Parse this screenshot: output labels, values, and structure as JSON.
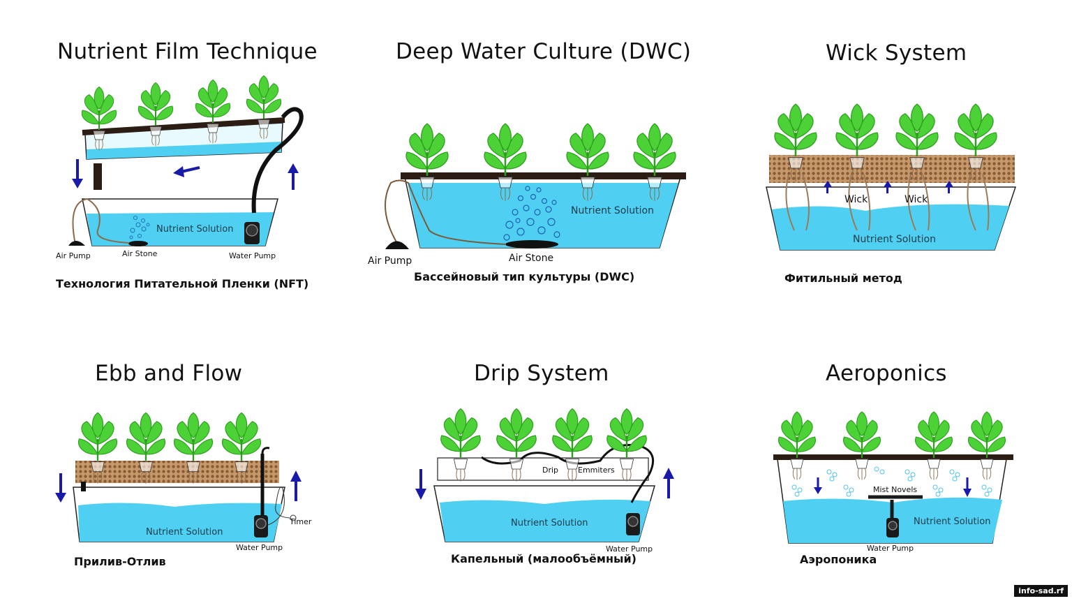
{
  "panels": [
    {
      "title": "Nutrient Film Technique",
      "subtitle": "Технология Питательной Пленки (NFT)",
      "labels": {
        "solution": "Nutrient Solution",
        "air_pump": "Air Pump",
        "air_stone": "Air Stone",
        "water_pump": "Water Pump"
      }
    },
    {
      "title": "Deep Water Culture (DWC)",
      "subtitle": "Бассейновый тип культуры (DWC)",
      "labels": {
        "solution": "Nutrient Solution",
        "air_pump": "Air Pump",
        "air_stone": "Air Stone"
      }
    },
    {
      "title": "Wick System",
      "subtitle": "Фитильный метод",
      "labels": {
        "solution": "Nutrient Solution",
        "wick1": "Wick",
        "wick2": "Wick"
      }
    },
    {
      "title": "Ebb and Flow",
      "subtitle": "Прилив-Отлив",
      "labels": {
        "solution": "Nutrient Solution",
        "water_pump": "Water Pump",
        "timer": "Timer"
      }
    },
    {
      "title": "Drip System",
      "subtitle": "Капельный (малообъёмный)",
      "labels": {
        "solution": "Nutrient Solution",
        "drip": "Drip",
        "emmiters": "Emmiters",
        "water_pump": "Water Pump"
      }
    },
    {
      "title": "Aeroponics",
      "subtitle": "Аэропоника",
      "labels": {
        "solution": "Nutrient Solution",
        "mist": "Mist Novels",
        "water_pump": "Water Pump"
      }
    }
  ],
  "watermark": "info-sad.rf",
  "colors": {
    "water": "#4fd0f2",
    "leaf": "#4cd137",
    "leaf_dark": "#2e9e1f",
    "board": "#2b1d14",
    "arrow": "#1a1aa8",
    "substrate": "#b9845a"
  }
}
